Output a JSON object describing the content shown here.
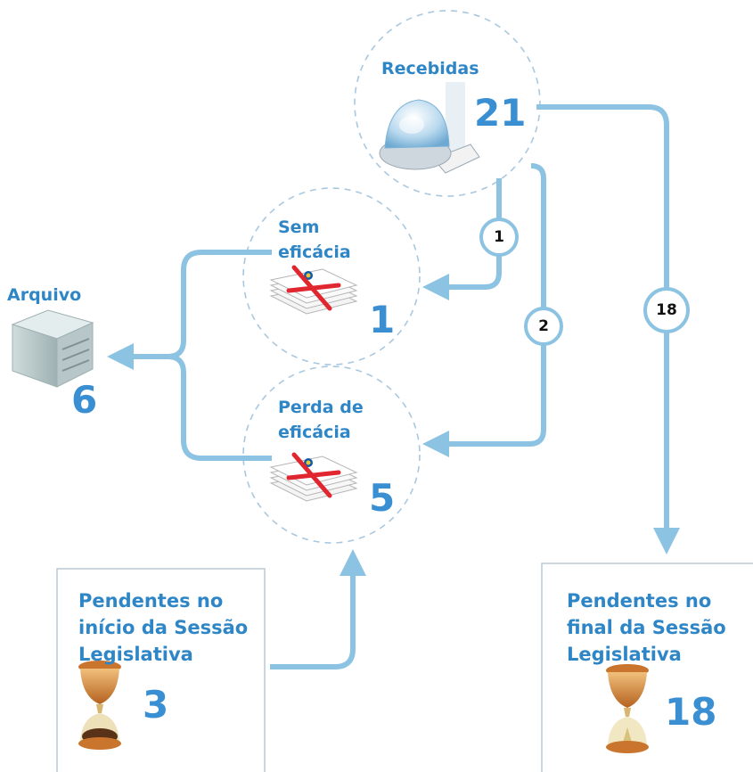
{
  "nodes": {
    "recebidas": {
      "label": "Recebidas",
      "count": "21"
    },
    "sem_eficacia": {
      "label_line1": "Sem",
      "label_line2": "eficácia",
      "count": "1"
    },
    "perda_eficacia": {
      "label_line1": "Perda de",
      "label_line2": "eficácia",
      "count": "5"
    },
    "arquivo": {
      "label": "Arquivo",
      "count": "6"
    }
  },
  "flows": {
    "to_sem_eficacia": "1",
    "to_perda_eficacia": "2",
    "to_final": "18"
  },
  "boxes": {
    "inicio": {
      "line1": "Pendentes no",
      "line2": "início da Sessão",
      "line3": "Legislativa",
      "count": "3"
    },
    "final": {
      "line1": "Pendentes no",
      "line2": "final da Sessão",
      "line3": "Legislativa",
      "count": "18"
    }
  },
  "colors": {
    "flow": "#8cc3e2",
    "text": "#2f86c6",
    "dashed": "#a9c8df",
    "box_border": "#b9c9d6",
    "cross": "#e0262f"
  },
  "icons": {
    "recebidas": "inbox-tray-icon",
    "documents": "crossed-document-stack-icon",
    "arquivo": "filing-cabinet-icon",
    "pendentes": "hourglass-icon"
  }
}
